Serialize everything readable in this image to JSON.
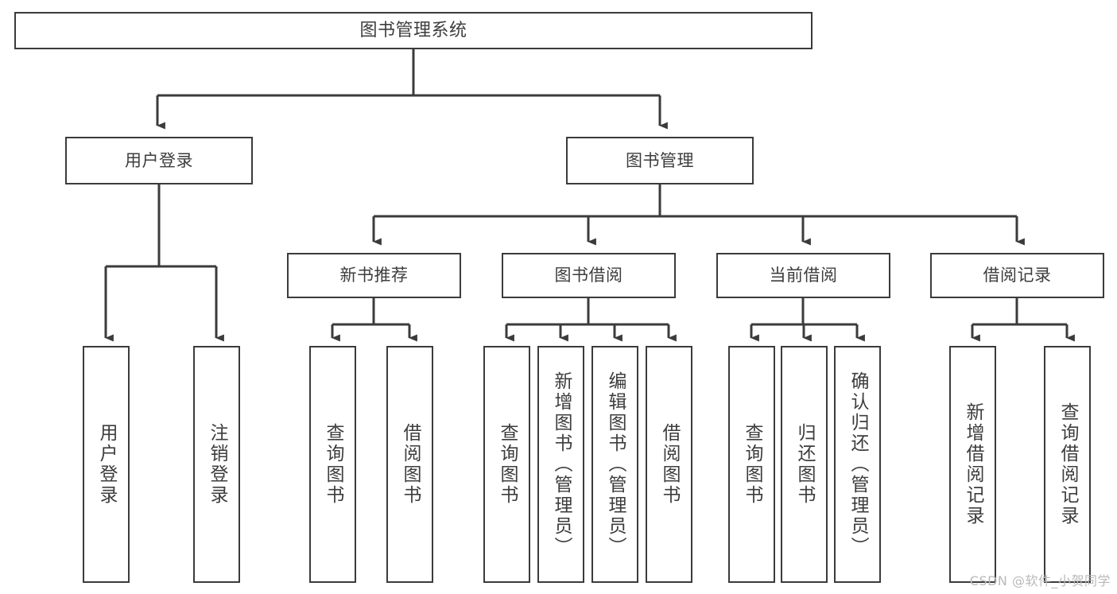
{
  "diagram": {
    "title": "图书管理系统",
    "type": "tree",
    "orientation": "top-down",
    "line_color": "#3b3b3b",
    "box_fill": "#ffffff",
    "text_color": "#3d3d3d",
    "watermark": "CSDN @软件_小贺同学"
  },
  "nodes": {
    "root": {
      "label": "图书管理系统",
      "level": 0
    },
    "level1": [
      {
        "id": "user-login",
        "label": "用户登录"
      },
      {
        "id": "book-management",
        "label": "图书管理"
      }
    ],
    "level2": [
      {
        "id": "new-book-recommend",
        "label": "新书推荐",
        "parent": "book-management"
      },
      {
        "id": "book-borrow",
        "label": "图书借阅",
        "parent": "book-management"
      },
      {
        "id": "current-borrow",
        "label": "当前借阅",
        "parent": "book-management"
      },
      {
        "id": "borrow-record",
        "label": "借阅记录",
        "parent": "book-management"
      }
    ],
    "leaves": [
      {
        "id": "leaf-user-login",
        "label": "用户登录",
        "parent": "user-login"
      },
      {
        "id": "leaf-logout",
        "label": "注销登录",
        "parent": "user-login"
      },
      {
        "id": "leaf-query-book-1",
        "label": "查询图书",
        "parent": "new-book-recommend"
      },
      {
        "id": "leaf-borrow-book-1",
        "label": "借阅图书",
        "parent": "new-book-recommend"
      },
      {
        "id": "leaf-query-book-2",
        "label": "查询图书",
        "parent": "book-borrow"
      },
      {
        "id": "leaf-add-book",
        "label": "新增图书（管理员）",
        "parent": "book-borrow"
      },
      {
        "id": "leaf-edit-book",
        "label": "编辑图书（管理员）",
        "parent": "book-borrow"
      },
      {
        "id": "leaf-borrow-book-2",
        "label": "借阅图书",
        "parent": "book-borrow"
      },
      {
        "id": "leaf-query-book-3",
        "label": "查询图书",
        "parent": "current-borrow"
      },
      {
        "id": "leaf-return-book",
        "label": "归还图书",
        "parent": "current-borrow"
      },
      {
        "id": "leaf-confirm-return",
        "label": "确认归还（管理员）",
        "parent": "current-borrow"
      },
      {
        "id": "leaf-add-record",
        "label": "新增借阅记录",
        "parent": "borrow-record"
      },
      {
        "id": "leaf-query-record",
        "label": "查询借阅记录",
        "parent": "borrow-record"
      }
    ]
  }
}
